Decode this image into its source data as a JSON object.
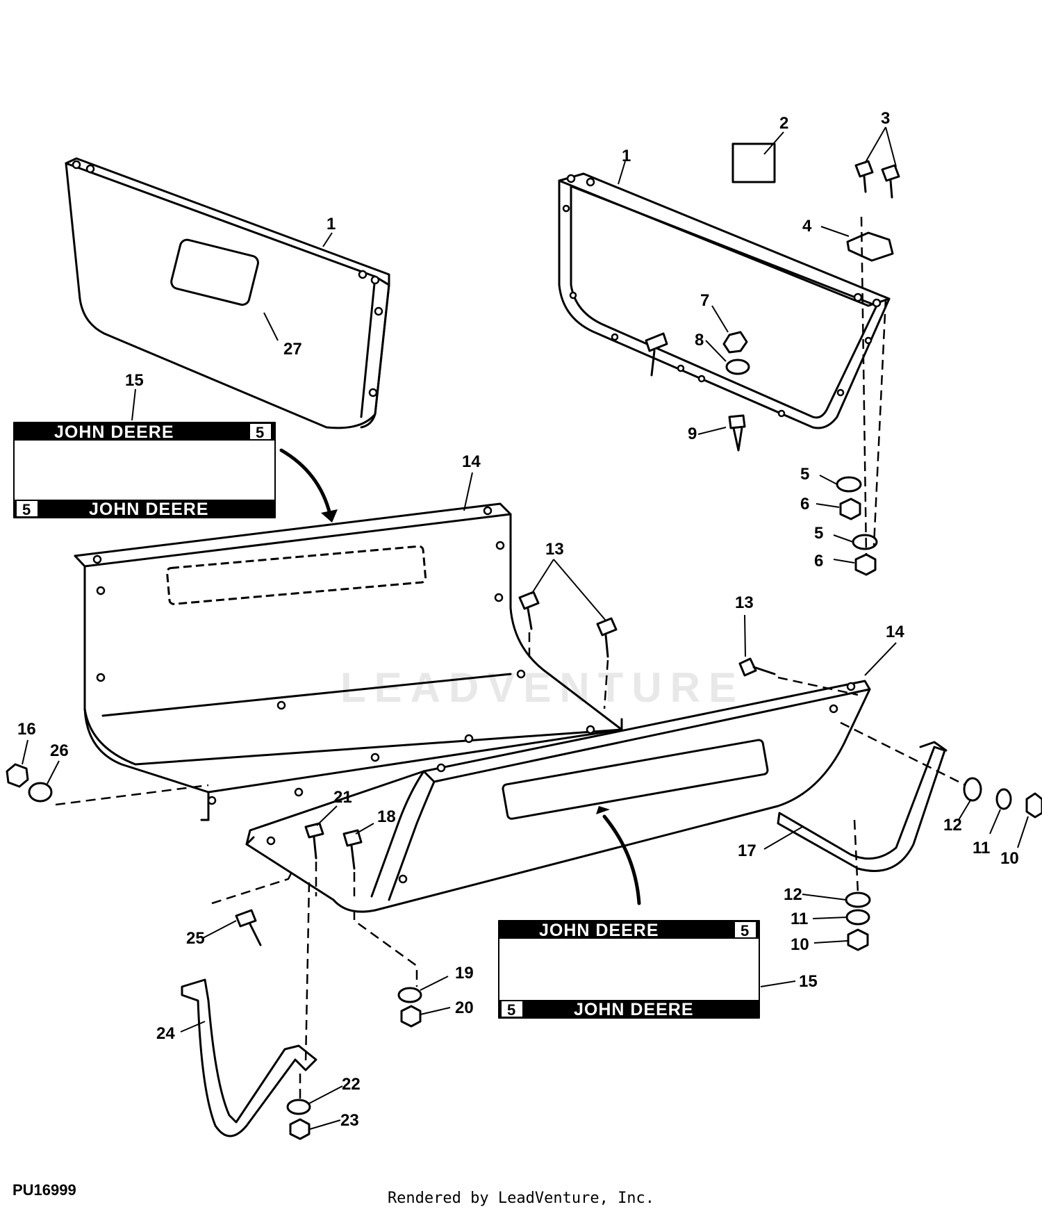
{
  "callouts": {
    "c1a": "1",
    "c1b": "1",
    "c2": "2",
    "c3": "3",
    "c4": "4",
    "c5a": "5",
    "c5b": "5",
    "c6a": "6",
    "c6b": "6",
    "c7": "7",
    "c8": "8",
    "c9": "9",
    "c10a": "10",
    "c10b": "10",
    "c11a": "11",
    "c11b": "11",
    "c12a": "12",
    "c12b": "12",
    "c13a": "13",
    "c13b": "13",
    "c14a": "14",
    "c14b": "14",
    "c15a": "15",
    "c15b": "15",
    "c16": "16",
    "c17": "17",
    "c18": "18",
    "c19": "19",
    "c20": "20",
    "c21": "21",
    "c22": "22",
    "c23": "23",
    "c24": "24",
    "c25": "25",
    "c26": "26",
    "c27": "27"
  },
  "decal": {
    "brand": "JOHN DEERE",
    "model": "5"
  },
  "watermark": "LEADVENTURE",
  "figure_id": "PU16999",
  "footer": "Rendered by LeadVenture, Inc."
}
